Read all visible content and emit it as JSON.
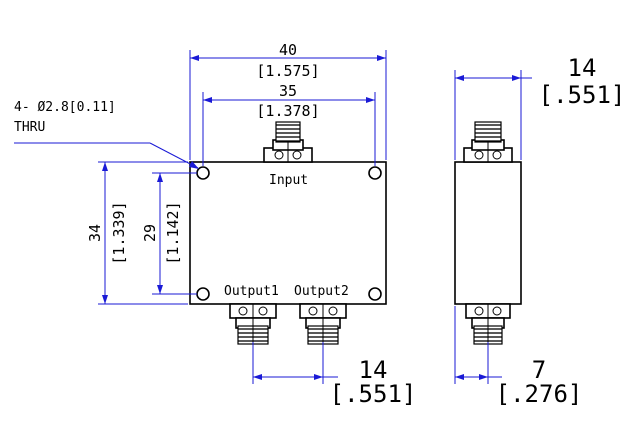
{
  "front_view": {
    "overall_width": {
      "mm": "40",
      "inch": "[1.575]"
    },
    "hole_spacing_width": {
      "mm": "35",
      "inch": "[1.378]"
    },
    "overall_height": {
      "mm": "34",
      "inch": "[1.339]"
    },
    "hole_spacing_height": {
      "mm": "29",
      "inch": "[1.142]"
    },
    "hole_note_line1": "4- Ø2.8[0.11]",
    "hole_note_line2": "THRU",
    "port_input": "Input",
    "port_output1": "Output1",
    "port_output2": "Output2",
    "output_spacing": {
      "mm": "14",
      "inch": "[.551]"
    }
  },
  "side_view": {
    "depth": {
      "mm": "14",
      "inch": "[.551]"
    },
    "connector_offset": {
      "mm": "7",
      "inch": "[.276]"
    }
  },
  "colors": {
    "dimension": "#1a1ad6",
    "outline": "#000000"
  }
}
